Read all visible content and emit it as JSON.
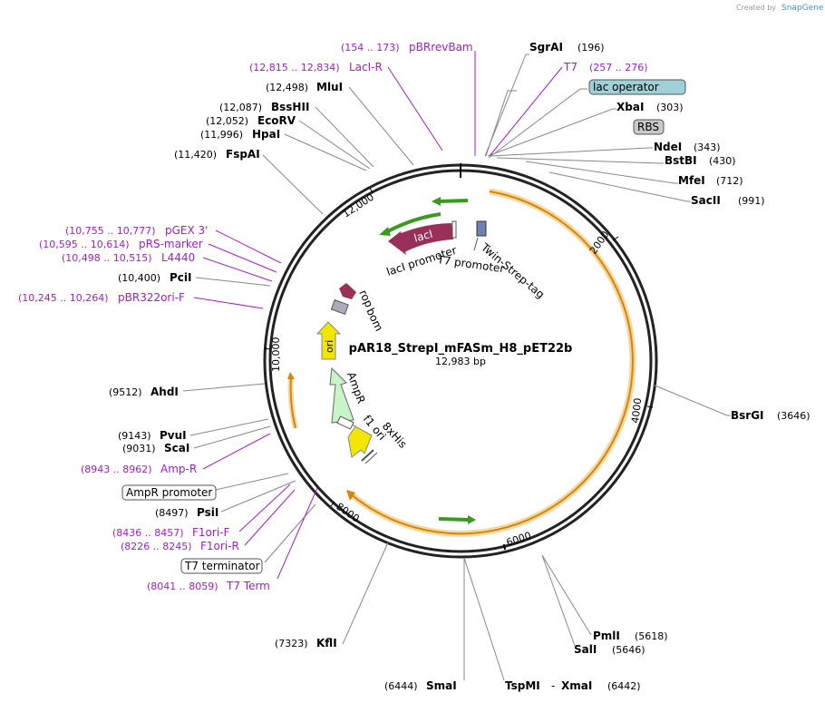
{
  "watermark": "Created by",
  "brand": "SnapGene",
  "plasmid": {
    "name": "pAR18_StrepI_mFASm_H8_pET22b",
    "size": "12,983 bp"
  },
  "ticks": [
    "2000",
    "4000",
    "6000",
    "8000",
    "10,000",
    "12,000"
  ],
  "colors": {
    "primer": "#a020c8",
    "cds_orange": "#f5a623",
    "lacI": "#99305a",
    "ori": "#f2e600",
    "ampR": "#c8f5c8",
    "green_arrow": "#3c9a1e"
  },
  "enzymes_right": [
    {
      "name": "SgrAI",
      "pos": "(196)"
    },
    {
      "name": "XbaI",
      "pos": "(303)"
    },
    {
      "name": "NdeI",
      "pos": "(343)"
    },
    {
      "name": "BstBI",
      "pos": "(430)"
    },
    {
      "name": "MfeI",
      "pos": "(712)"
    },
    {
      "name": "SacII",
      "pos": "(991)"
    },
    {
      "name": "BsrGI",
      "pos": "(3646)"
    },
    {
      "name": "PmlI",
      "pos": "(5618)"
    },
    {
      "name": "SalI",
      "pos": "(5646)"
    },
    {
      "name": "TspMI",
      "pos": "(6442)"
    },
    {
      "name": "XmaI",
      "pos": ""
    }
  ],
  "enzymes_left": [
    {
      "name": "MluI",
      "pos": "(12,498)"
    },
    {
      "name": "BssHII",
      "pos": "(12,087)"
    },
    {
      "name": "EcoRV",
      "pos": "(12,052)"
    },
    {
      "name": "HpaI",
      "pos": "(11,996)"
    },
    {
      "name": "FspAI",
      "pos": "(11,420)"
    },
    {
      "name": "PciI",
      "pos": "(10,400)"
    },
    {
      "name": "AhdI",
      "pos": "(9512)"
    },
    {
      "name": "PvuI",
      "pos": "(9143)"
    },
    {
      "name": "ScaI",
      "pos": "(9031)"
    },
    {
      "name": "PsiI",
      "pos": "(8497)"
    },
    {
      "name": "KflI",
      "pos": "(7323)"
    },
    {
      "name": "SmaI",
      "pos": "(6444)"
    }
  ],
  "primers": [
    {
      "name": "pBRrevBam",
      "pos": "(154 .. 173)"
    },
    {
      "name": "LacI-R",
      "pos": "(12,815 .. 12,834)"
    },
    {
      "name": "T7",
      "pos": "(257 .. 276)"
    },
    {
      "name": "pGEX 3'",
      "pos": "(10,755 .. 10,777)"
    },
    {
      "name": "pRS-marker",
      "pos": "(10,595 .. 10,614)"
    },
    {
      "name": "L4440",
      "pos": "(10,498 .. 10,515)"
    },
    {
      "name": "pBR322ori-F",
      "pos": "(10,245 .. 10,264)"
    },
    {
      "name": "Amp-R",
      "pos": "(8943 .. 8962)"
    },
    {
      "name": "F1ori-F",
      "pos": "(8436 .. 8457)"
    },
    {
      "name": "F1ori-R",
      "pos": "(8226 .. 8245)"
    },
    {
      "name": "T7 Term",
      "pos": "(8041 .. 8059)"
    }
  ],
  "boxed_features": {
    "lac_operator": "lac operator",
    "rbs": "RBS",
    "ampr_promoter": "AmpR promoter",
    "t7_terminator": "T7 terminator"
  },
  "inner_features": {
    "lacI": "lacI",
    "lacI_promoter": "lacI promoter",
    "t7_promoter": "T7 promoter",
    "twin_strep_tag": "Twin-Strep-tag",
    "rop": "rop",
    "bom": "bom",
    "ori": "ori",
    "ampR": "AmpR",
    "f1_ori": "f1 ori",
    "his": "8xHis"
  }
}
